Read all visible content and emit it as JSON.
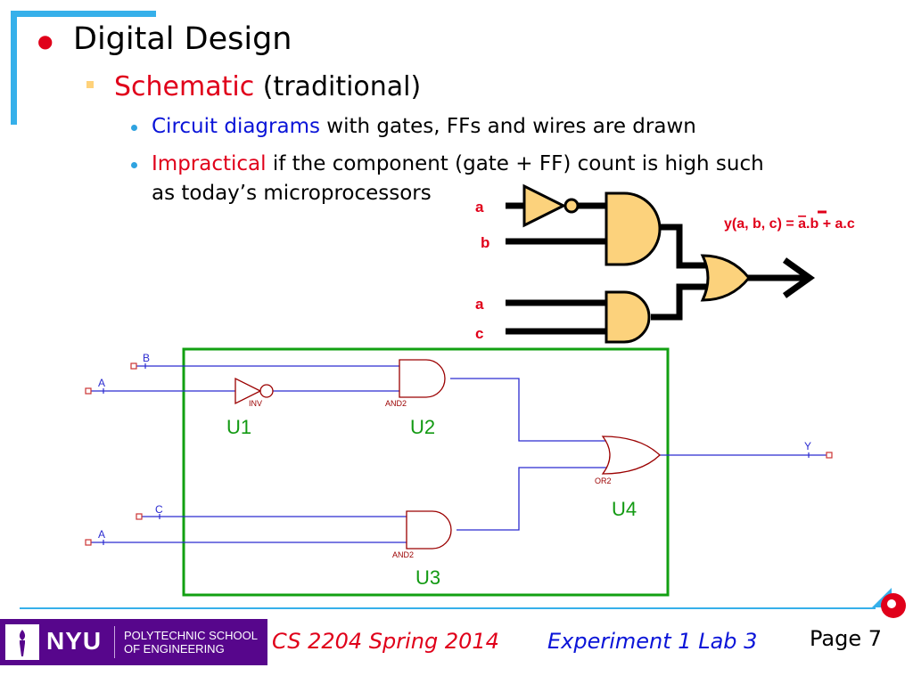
{
  "bullets": {
    "level1": "Digital Design",
    "level2_highlight": "Schematic",
    "level2_rest": " (traditional)",
    "item1_highlight": "Circuit diagrams",
    "item1_rest": " with gates, FFs and wires are drawn",
    "item2_highlight": "Impractical",
    "item2_rest_line1": " if the component (gate + FF) count is high such",
    "item2_rest_line2": "as today’s microprocessors"
  },
  "upper_diagram": {
    "input_labels": [
      "a",
      "b",
      "a",
      "c"
    ],
    "equation_part1": "y(a, b, c) = ",
    "equation_bar": "a",
    "equation_part2": ".b + a.c"
  },
  "schematic": {
    "port_b": "B",
    "port_a_top": "A",
    "port_c": "C",
    "port_a_bottom": "A",
    "port_y": "Y",
    "inv_type": "INV",
    "and_top_type": "AND2",
    "and_bottom_type": "AND2",
    "or_type": "OR2",
    "ref_u1": "U1",
    "ref_u2": "U2",
    "ref_u3": "U3",
    "ref_u4": "U4"
  },
  "footer": {
    "logo_main": "NYU",
    "logo_sub1": "POLYTECHNIC SCHOOL",
    "logo_sub2": "OF ENGINEERING",
    "course": "CS 2204 Spring 2014",
    "experiment": "Experiment 1 Lab 3",
    "page": "Page 7"
  },
  "colors": {
    "accent_red": "#e0001a",
    "accent_blue": "#0a14d8",
    "slide_cyan": "#36b0ea",
    "gate_fill": "#fcd27c",
    "schematic_wire": "#2b2bd0",
    "schematic_gate": "#9b0000",
    "schematic_ref": "#139a13",
    "nyu_purple": "#57068c"
  }
}
